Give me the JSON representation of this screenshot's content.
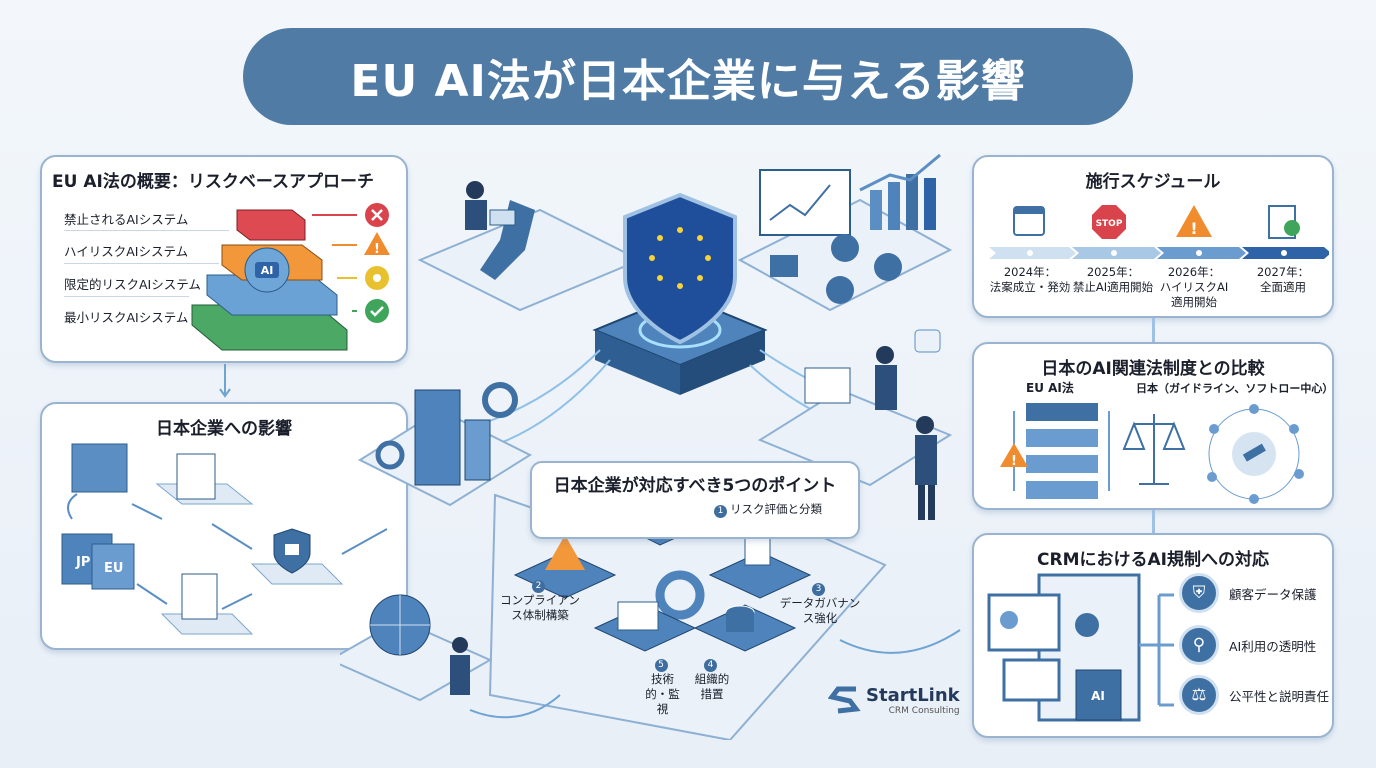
{
  "title": "EU AI法が日本企業に与える影響",
  "overview": {
    "title": "EU AI法の概要：リスクベースアプローチ",
    "tiers": [
      {
        "label": "禁止されるAIシステム",
        "icon": "x-circle-icon",
        "color": "#d9434b"
      },
      {
        "label": "ハイリスクAIシステム",
        "icon": "warning-icon",
        "color": "#f08c2e"
      },
      {
        "label": "限定的リスクAIシステム",
        "icon": "gear-icon",
        "color": "#e9c12f"
      },
      {
        "label": "最小リスクAIシステム",
        "icon": "check-circle-icon",
        "color": "#3fa55b"
      }
    ],
    "pyramid_badge": "AI"
  },
  "impact": {
    "title": "日本企業への影響",
    "box_jp": "JP",
    "box_eu": "EU"
  },
  "schedule": {
    "title": "施行スケジュール",
    "items": [
      {
        "year": "2024年：",
        "desc": "法案成立・発効",
        "icon": "calendar-icon"
      },
      {
        "year": "2025年：",
        "desc": "禁止AI適用開始",
        "icon": "stop-sign-icon",
        "sign": "STOP"
      },
      {
        "year": "2026年：",
        "desc": "ハイリスクAI適用開始",
        "icon": "warning-icon"
      },
      {
        "year": "2027年：",
        "desc": "全面適用",
        "icon": "checklist-icon"
      }
    ]
  },
  "comparison": {
    "title": "日本のAI関連法制度との比較",
    "eu_label": "EU AI法",
    "jp_label": "日本（ガイドライン、ソフトロー中心）"
  },
  "points": {
    "title": "日本企業が対応すべき5つのポイント",
    "items": [
      {
        "num": "1",
        "label": "リスク評価と分類"
      },
      {
        "num": "2",
        "label": "コンプライアンス体制構築"
      },
      {
        "num": "3",
        "label": "データガバナンス強化"
      },
      {
        "num": "4",
        "label": "組織的措置"
      },
      {
        "num": "5",
        "label": "技術的・監視"
      }
    ]
  },
  "crm": {
    "title": "CRMにおけるAI規制への対応",
    "items": [
      {
        "label": "顧客データ保護",
        "icon": "shield-user-icon"
      },
      {
        "label": "AI利用の透明性",
        "icon": "magnifier-icon"
      },
      {
        "label": "公平性と説明責任",
        "icon": "scales-icon"
      }
    ],
    "screen_badge": "AI"
  },
  "logo": {
    "name": "StartLink",
    "sub": "CRM Consulting"
  },
  "colors": {
    "primary": "#4f7ba4",
    "accent": "#2f63a8"
  }
}
